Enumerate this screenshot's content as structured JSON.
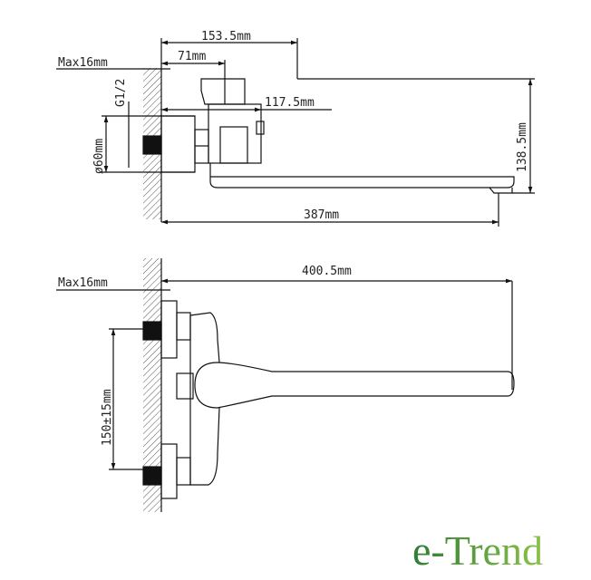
{
  "top_view": {
    "width_handle": "153.5mm",
    "offset": "71mm",
    "max_depth": "Max16mm",
    "thread": "G1/2",
    "flange_diameter": "ø60mm",
    "body_depth": "117.5mm",
    "height": "138.5mm",
    "spout_length": "387mm"
  },
  "front_view": {
    "max_depth": "Max16mm",
    "total_length": "400.5mm",
    "inlet_spacing": "150±15mm"
  },
  "logo": {
    "text": "e-Trend",
    "color_dark": "#2e7d32",
    "color_light": "#8bc34a"
  }
}
